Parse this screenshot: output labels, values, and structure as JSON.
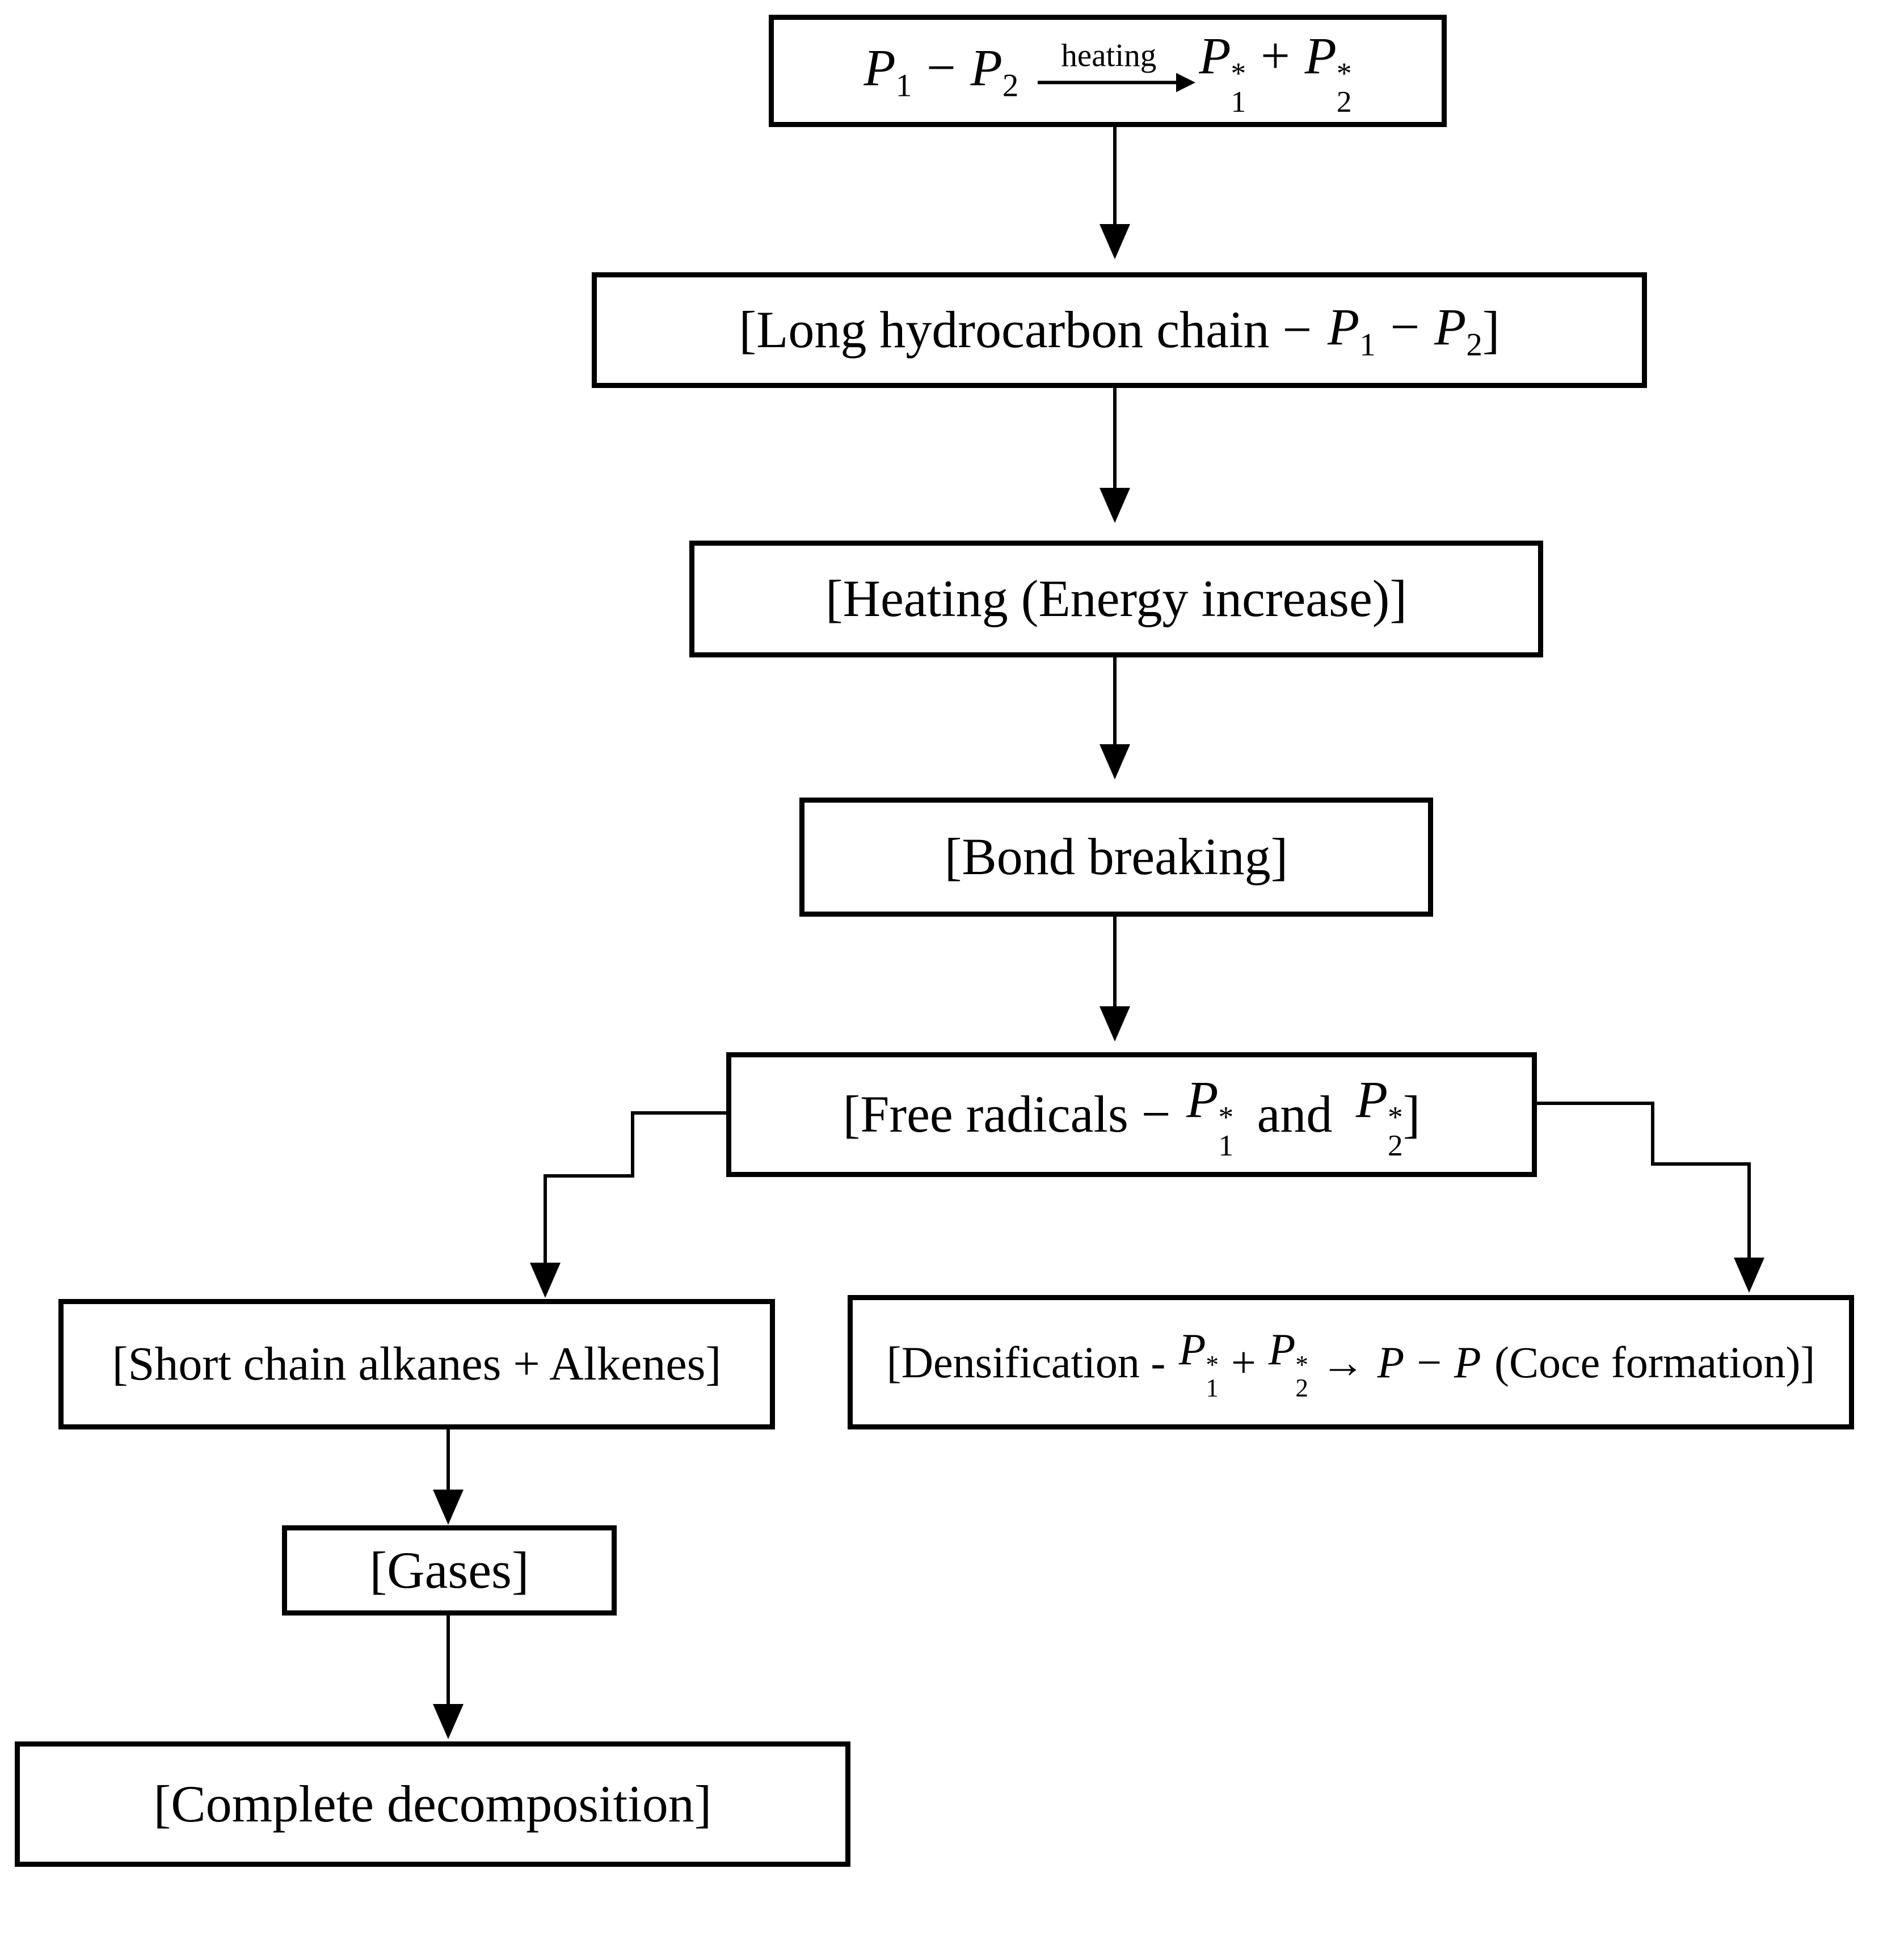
{
  "sym": {
    "P": "P",
    "n1": "1",
    "n2": "2",
    "star": "*",
    "minus": "−",
    "plus": "+",
    "to": "→"
  },
  "nodes": {
    "reaction": {
      "arrow_label": "heating"
    },
    "long_chain": {
      "prefix": "[Long hydrocarbon chain −",
      "suffix": "]"
    },
    "heating": {
      "label": "[Heating (Energy increase)]"
    },
    "bond_breaking": {
      "label": "[Bond breaking]"
    },
    "free_radicals": {
      "prefix": "[Free radicals −",
      "conjunction": "and",
      "suffix": "]"
    },
    "short_chain": {
      "label": "[Short chain alkanes + Alkenes]"
    },
    "densification": {
      "prefix": "[Densification -",
      "note": "(Coce formation)]"
    },
    "gases": {
      "label": "[Gases]"
    },
    "complete_decomposition": {
      "label": "[Complete decomposition]"
    }
  }
}
